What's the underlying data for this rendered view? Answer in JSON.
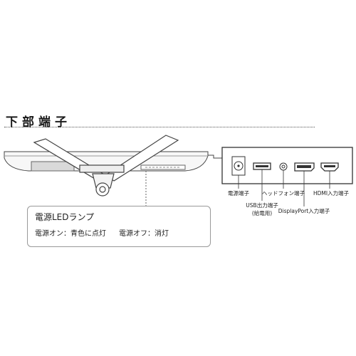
{
  "section": {
    "title": "下部端子"
  },
  "ports": [
    {
      "icon": "dc-power-jack-icon",
      "label": "電源端子"
    },
    {
      "icon": "usb-port-icon",
      "label": "USB出力端子",
      "sublabel": "(給電用)"
    },
    {
      "icon": "headphone-jack-icon",
      "label": "ヘッドフォン端子"
    },
    {
      "icon": "displayport-icon",
      "label": "DisplayPort入力端子"
    },
    {
      "icon": "hdmi-port-icon",
      "label": "HDMI入力端子"
    }
  ],
  "led": {
    "title": "電源LEDランプ",
    "on_text": "電源オン：青色に点灯",
    "off_text": "電源オフ：消灯"
  }
}
